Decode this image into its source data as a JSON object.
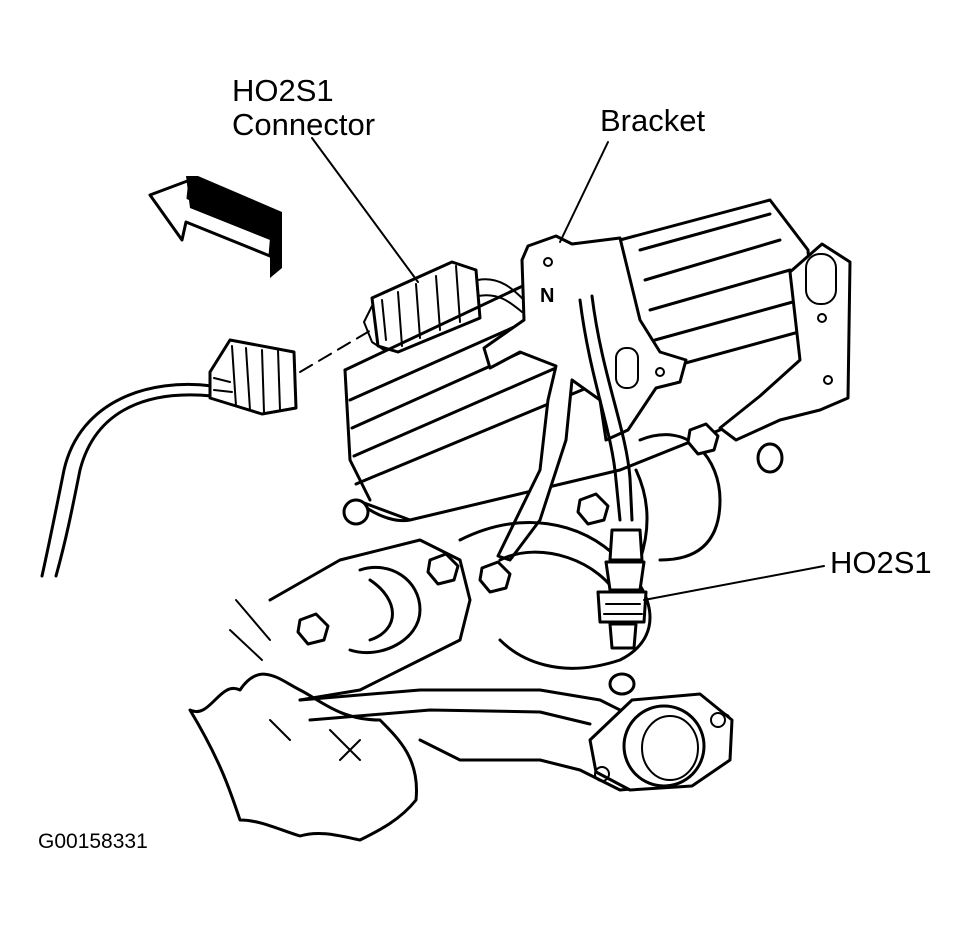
{
  "labels": {
    "connector_line1": "HO2S1",
    "connector_line2": "Connector",
    "bracket": "Bracket",
    "sensor": "HO2S1"
  },
  "figure_id": "G00158331",
  "icons": [
    "direction-arrow-icon"
  ]
}
